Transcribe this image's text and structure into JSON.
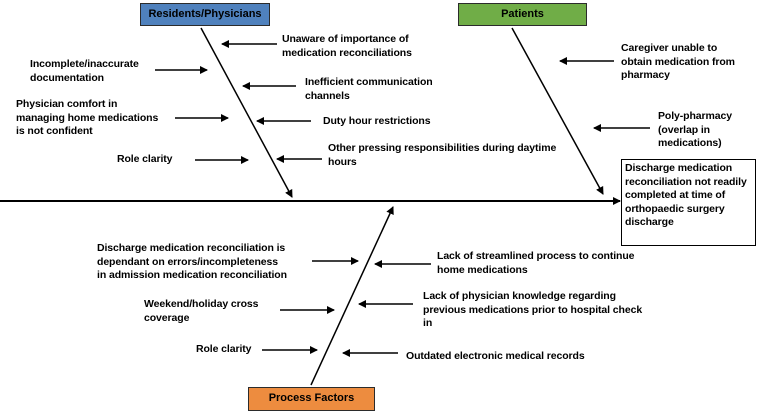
{
  "categories": {
    "residents": {
      "label": "Residents/Physicians",
      "color": "#4f81bd"
    },
    "patients": {
      "label": "Patients",
      "color": "#70ad47"
    },
    "process": {
      "label": "Process Factors",
      "color": "#ed8c3f"
    }
  },
  "effect": "Discharge medication\nreconciliation not readily\ncompleted at time of\northopaedic surgery\ndischarge",
  "causes": {
    "residents": {
      "unaware": "Unaware of importance of\nmedication reconciliations",
      "incomplete": "Incomplete/inaccurate\ndocumentation",
      "inefficient": "Inefficient communication\nchannels",
      "comfort": "Physician comfort in\nmanaging home medications\nis not confident",
      "duty": "Duty hour restrictions",
      "role": "Role clarity",
      "pressing": "Other pressing responsibilities during daytime\nhours"
    },
    "patients": {
      "caregiver": "Caregiver unable to\nobtain medication from\npharmacy",
      "polypharmacy": "Poly-pharmacy\n(overlap in\nmedications)"
    },
    "process": {
      "dependant": "Discharge medication reconciliation is\ndependant on errors/incompleteness\nin admission medication reconciliation",
      "streamlined": "Lack of streamlined process to continue\nhome medications",
      "weekend": "Weekend/holiday cross\ncoverage",
      "knowledge": "Lack of physician knowledge regarding\nprevious medications prior to hospital check\nin",
      "role": "Role clarity",
      "emr": "Outdated electronic medical records"
    }
  }
}
